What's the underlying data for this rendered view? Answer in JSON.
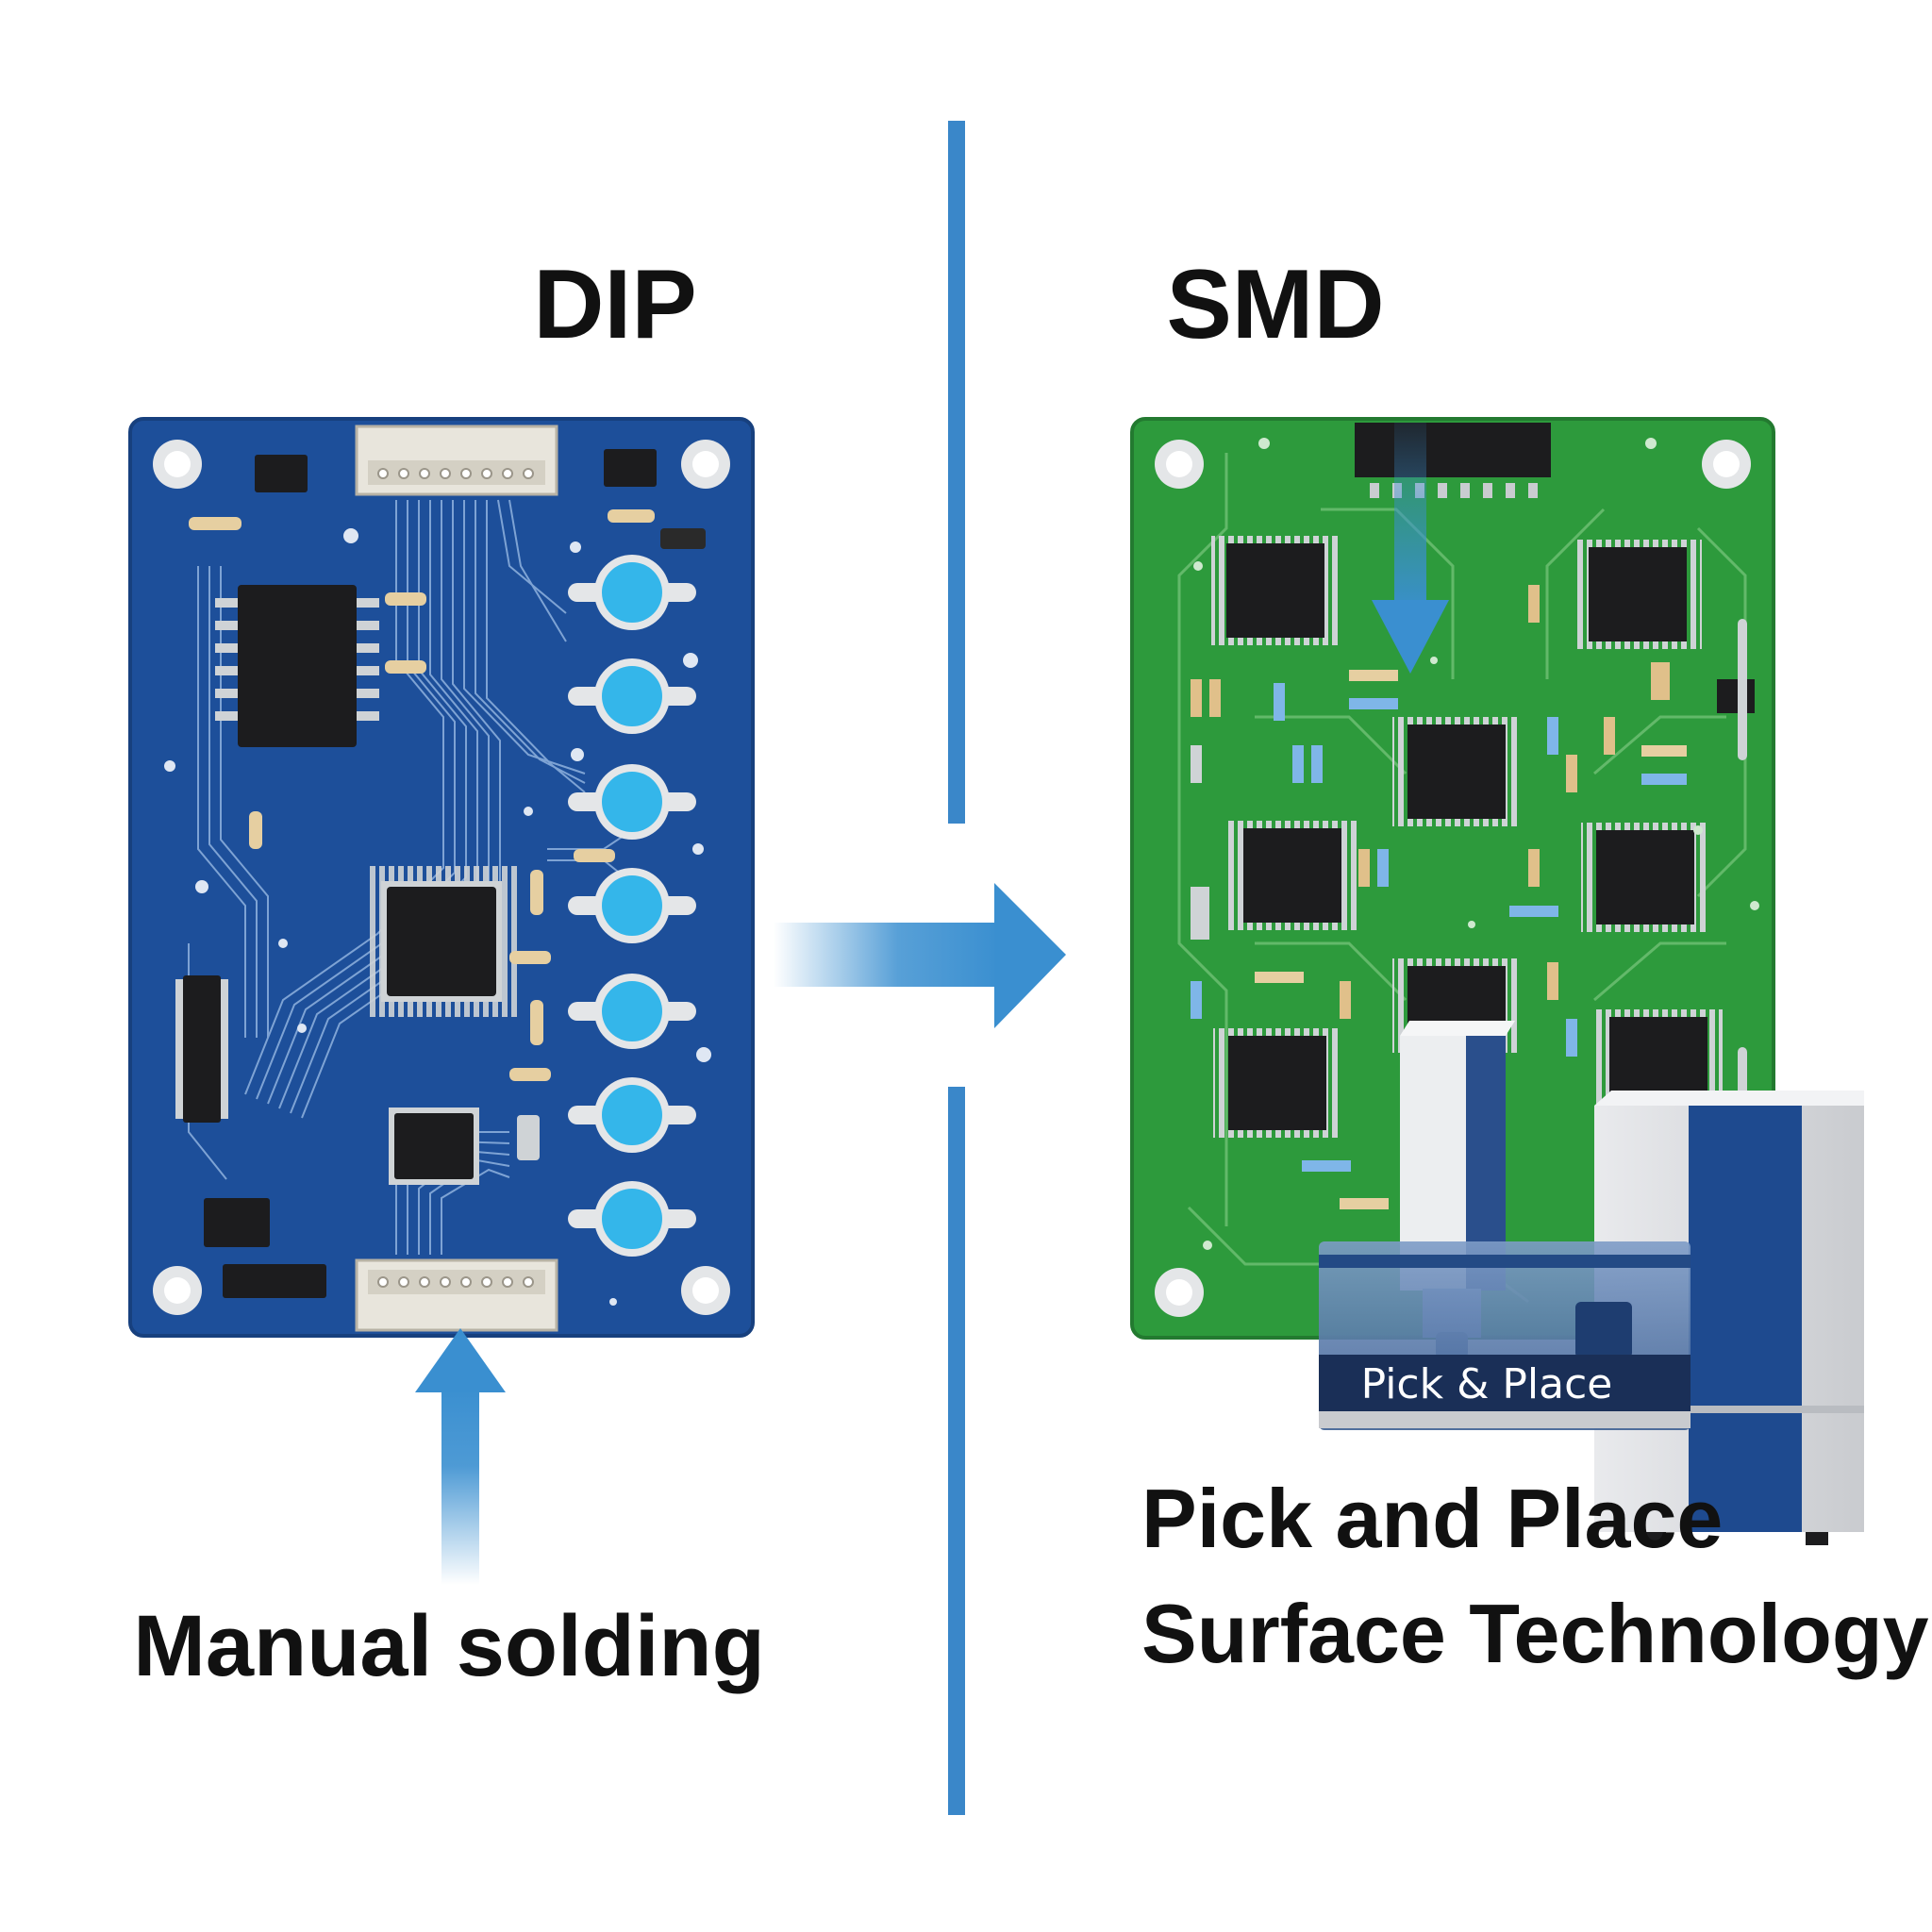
{
  "left": {
    "title": "DIP",
    "caption": "Manual solding",
    "board_color": "#1d4f9a",
    "button_color": "#34b6ea"
  },
  "right": {
    "title": "SMD",
    "machine_label": "Pick  &  Place",
    "caption_lines": [
      "Pick and Place",
      "Surface Technology"
    ],
    "board_color": "#2d9a3c"
  },
  "colors": {
    "divider": "#3a87c9",
    "arrow": "#3a8fd0",
    "machine_blue": "#1e4a8f",
    "machine_gray": "#d8d9dc"
  }
}
